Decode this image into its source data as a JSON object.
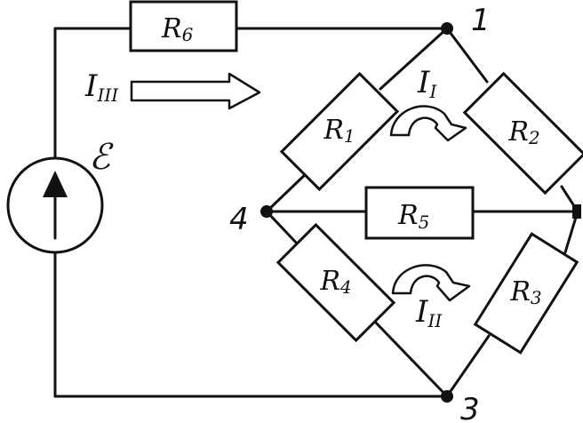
{
  "resistors": {
    "r1": {
      "name": "R",
      "sub": "1"
    },
    "r2": {
      "name": "R",
      "sub": "2"
    },
    "r3": {
      "name": "R",
      "sub": "3"
    },
    "r4": {
      "name": "R",
      "sub": "4"
    },
    "r5": {
      "name": "R",
      "sub": "5"
    },
    "r6": {
      "name": "R",
      "sub": "6"
    }
  },
  "source": {
    "emf_label": "ℰ"
  },
  "nodes": {
    "n1": "1",
    "n3": "3",
    "n4": "4"
  },
  "currents": {
    "loop_1": {
      "name": "I",
      "sub": "I"
    },
    "loop_2": {
      "name": "I",
      "sub": "II"
    },
    "loop_3": {
      "name": "I",
      "sub": "III"
    }
  }
}
